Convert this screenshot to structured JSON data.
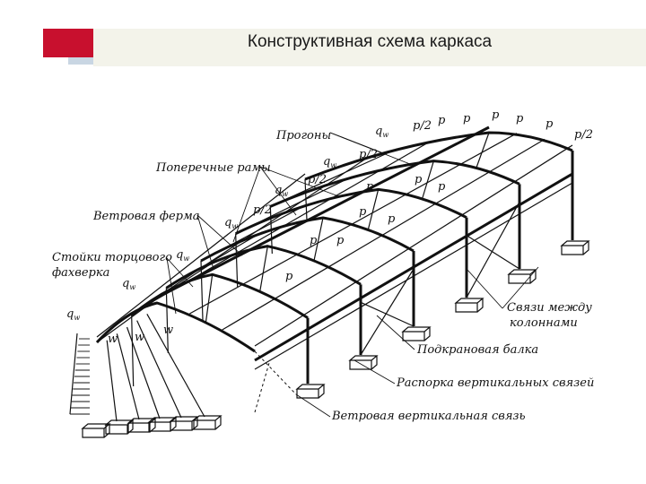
{
  "title": "Конструктивная схема каркаса",
  "labels": {
    "purlins": "Прогоны",
    "cross_frames": "Поперечные рамы",
    "wind_truss": "Ветровая ферма",
    "gable_posts_1": "Стойки торцового",
    "gable_posts_2": "фахверка",
    "column_bracing_1": "Связи между",
    "column_bracing_2": "колоннами",
    "crane_beam": "Подкрановая балка",
    "bracing_strut": "Распорка вертикальных связей",
    "wind_vertical_bracing": "Ветровая вертикальная связь"
  },
  "symbols": {
    "load": "p",
    "half_load_num": "p",
    "half_load_den": "2",
    "wind_load": "q",
    "wind_sub": "w",
    "wind_point": "w"
  },
  "colors": {
    "accent_red": "#c8102e",
    "accent_blue": "#c9d6e3",
    "title_band": "#f3f3ea"
  }
}
